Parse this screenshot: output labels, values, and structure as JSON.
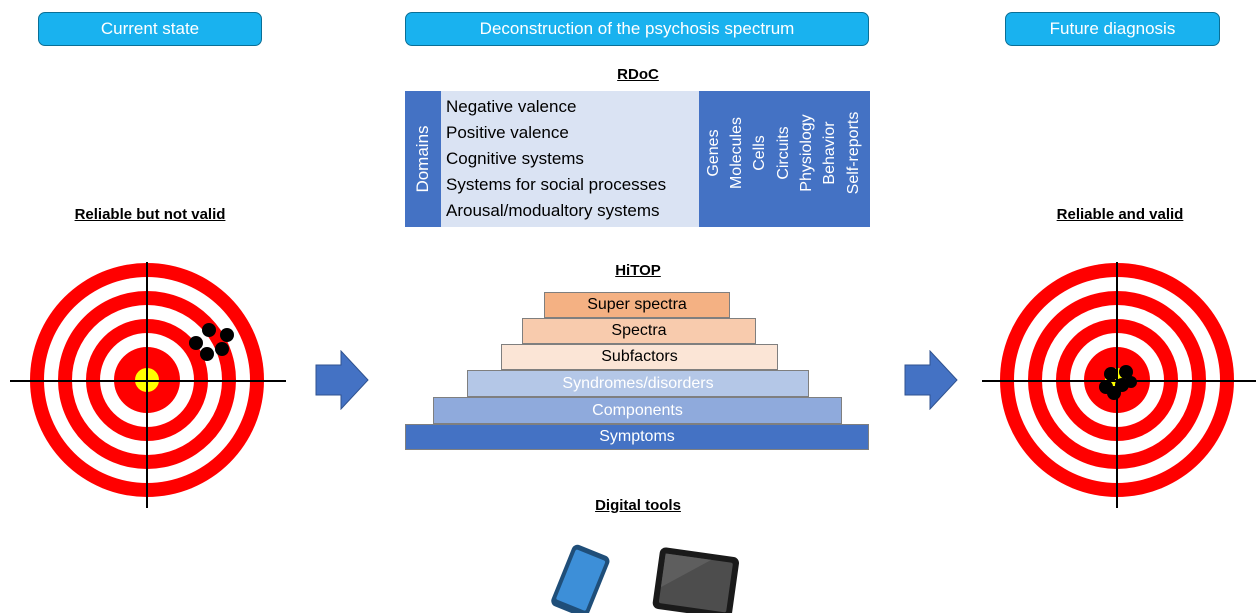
{
  "headers": {
    "current": "Current state",
    "middle": "Deconstruction of the psychosis spectrum",
    "future": "Future diagnosis"
  },
  "left_target": {
    "label": "Reliable but not valid"
  },
  "right_target": {
    "label": "Reliable and valid"
  },
  "rdoc": {
    "title": "RDoC",
    "domains_label": "Domains",
    "domains": [
      "Negative valence",
      "Positive valence",
      "Cognitive systems",
      "Systems for social processes",
      "Arousal/modualtory systems"
    ],
    "units": [
      "Genes",
      "Molecules",
      "Cells",
      "Circuits",
      "Physiology",
      "Behavior",
      "Self-reports"
    ]
  },
  "hitop": {
    "title": "HiTOP",
    "levels": [
      "Super spectra",
      "Spectra",
      "Subfactors",
      "Syndromes/disorders",
      "Components",
      "Symptoms"
    ]
  },
  "digital": {
    "title": "Digital tools"
  },
  "colors": {
    "header_fill": "#19b2ef",
    "rdoc_blue": "#4472c4",
    "rdoc_light": "#dae3f3",
    "ring_red": "#ff0000",
    "bullseye_yellow": "#ffff00",
    "arrow_blue": "#4472c4",
    "tier_colors": [
      "#f4b183",
      "#f8cbad",
      "#fbe5d6",
      "#b4c7e7",
      "#8faadc",
      "#4472c4"
    ]
  }
}
